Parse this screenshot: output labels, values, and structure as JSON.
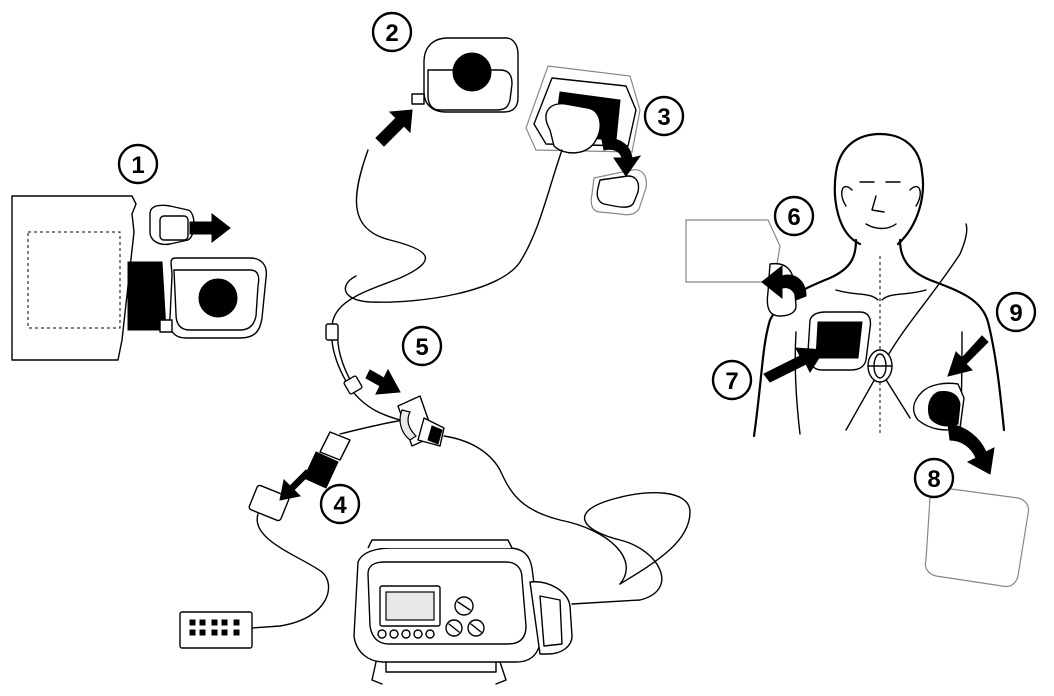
{
  "steps": [
    {
      "number": "1"
    },
    {
      "number": "2"
    },
    {
      "number": "3"
    },
    {
      "number": "4"
    },
    {
      "number": "5"
    },
    {
      "number": "6"
    },
    {
      "number": "7"
    },
    {
      "number": "8"
    },
    {
      "number": "9"
    }
  ],
  "icons": [
    "arrow-icon",
    "electrode-pad-icon",
    "connector-icon",
    "monitor-icon",
    "torso-icon"
  ]
}
